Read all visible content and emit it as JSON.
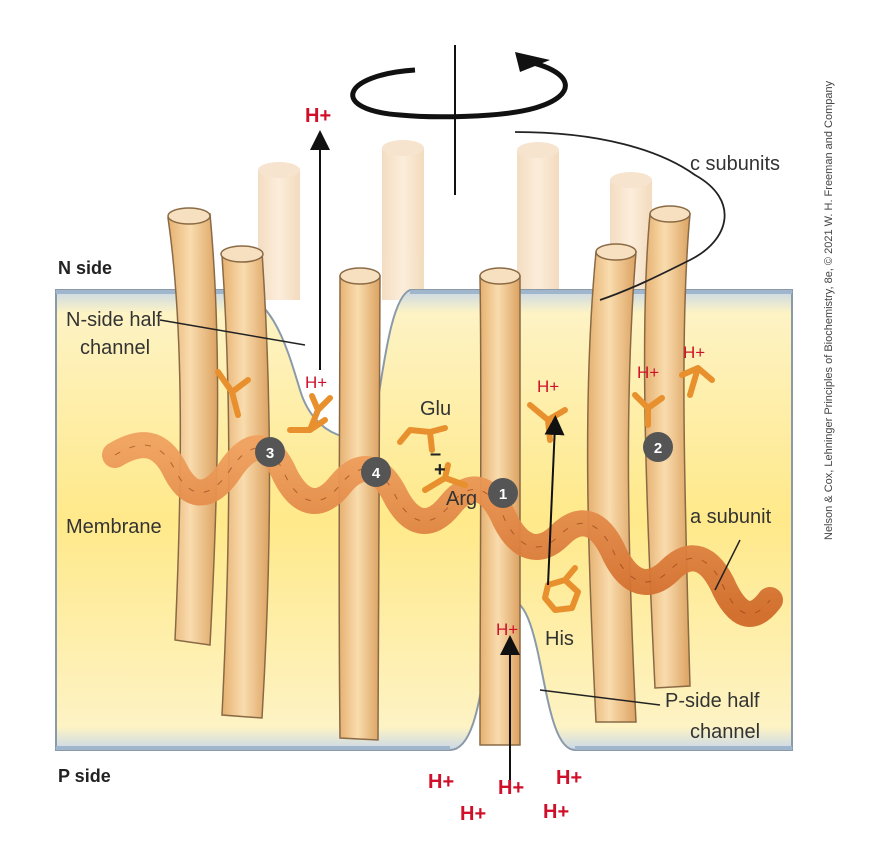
{
  "labels": {
    "n_side": "N side",
    "p_side": "P side",
    "n_half_channel_line1": "N-side half",
    "n_half_channel_line2": "channel",
    "p_half_channel_line1": "P-side half",
    "p_half_channel_line2": "channel",
    "membrane": "Membrane",
    "a_subunit": "a subunit",
    "c_subunits": "c subunits",
    "glu": "Glu",
    "arg": "Arg",
    "his": "His",
    "minus": "–",
    "plus": "+"
  },
  "proton": "H+",
  "numbers": [
    "1",
    "2",
    "3",
    "4"
  ],
  "credit": "Nelson & Cox, Lehninger Principles of Biochemistry, 8e, © 2021 W. H. Freeman and Company",
  "colors": {
    "helix": "#f2c98a",
    "helix_dark": "#d9a35f",
    "membrane": "#fff0a8",
    "membrane_edge": "#9fb6cc",
    "a_subunit": "#e07a3a",
    "residue": "#e8902e",
    "proton": "#d0102a"
  }
}
